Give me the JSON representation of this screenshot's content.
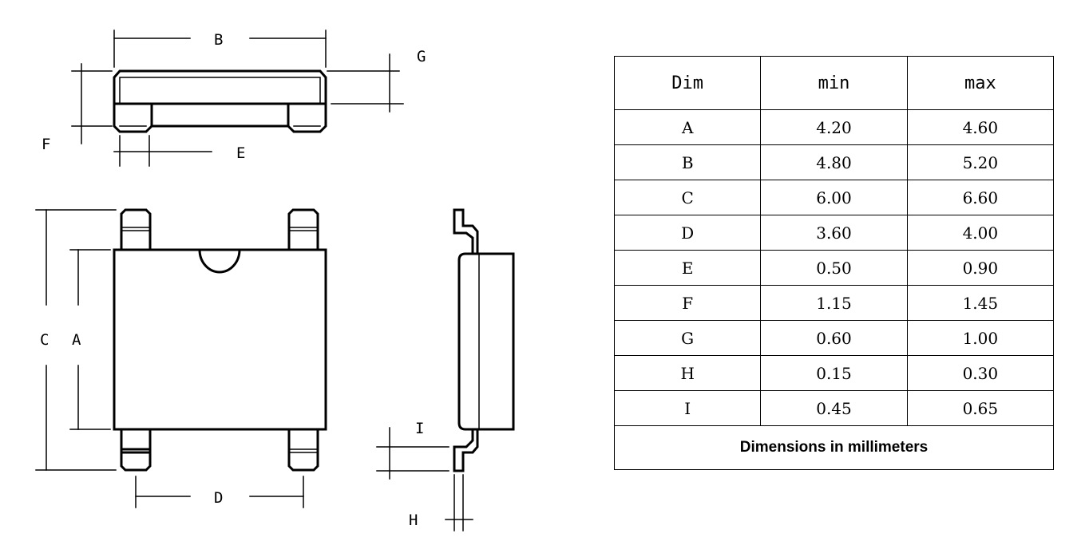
{
  "drawing": {
    "labels": {
      "A": "A",
      "B": "B",
      "C": "C",
      "D": "D",
      "E": "E",
      "F": "F",
      "G": "G",
      "H": "H",
      "I": "I"
    }
  },
  "table": {
    "headers": [
      "Dim",
      "min",
      "max"
    ],
    "rows": [
      [
        "A",
        "4.20",
        "4.60"
      ],
      [
        "B",
        "4.80",
        "5.20"
      ],
      [
        "C",
        "6.00",
        "6.60"
      ],
      [
        "D",
        "3.60",
        "4.00"
      ],
      [
        "E",
        "0.50",
        "0.90"
      ],
      [
        "F",
        "1.15",
        "1.45"
      ],
      [
        "G",
        "0.60",
        "1.00"
      ],
      [
        "H",
        "0.15",
        "0.30"
      ],
      [
        "I",
        "0.45",
        "0.65"
      ]
    ],
    "footer": "Dimensions in millimeters"
  }
}
